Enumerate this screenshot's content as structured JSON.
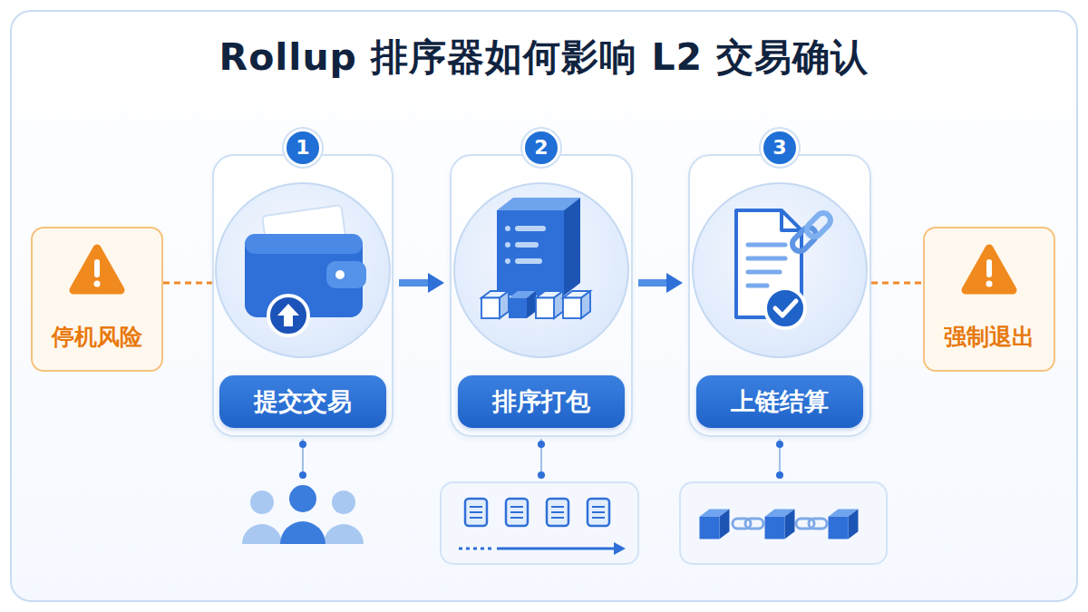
{
  "diagram": {
    "title": "Rollup 排序器如何影响 L2 交易确认",
    "nodes": [
      {
        "text": [
          "停机风险"
        ]
      },
      {
        "text": [
          "1"
        ]
      },
      {
        "text": [
          "提交交易"
        ],
        "in": 1
      },
      {
        "text": [
          "2"
        ]
      },
      {
        "text": [
          "排序打包"
        ],
        "in": 3
      },
      {
        "text": [
          "3"
        ]
      },
      {
        "text": [
          "上链结算"
        ],
        "in": 5
      },
      {
        "text": [
          "强制退出"
        ]
      }
    ],
    "edges": [
      {
        "from": 0,
        "to": 1,
        "arrow": "none"
      },
      {
        "from": 1,
        "to": 3,
        "arrow": "to"
      },
      {
        "from": 3,
        "to": 5,
        "arrow": "to"
      },
      {
        "from": 5,
        "to": 7,
        "arrow": "none"
      }
    ]
  }
}
